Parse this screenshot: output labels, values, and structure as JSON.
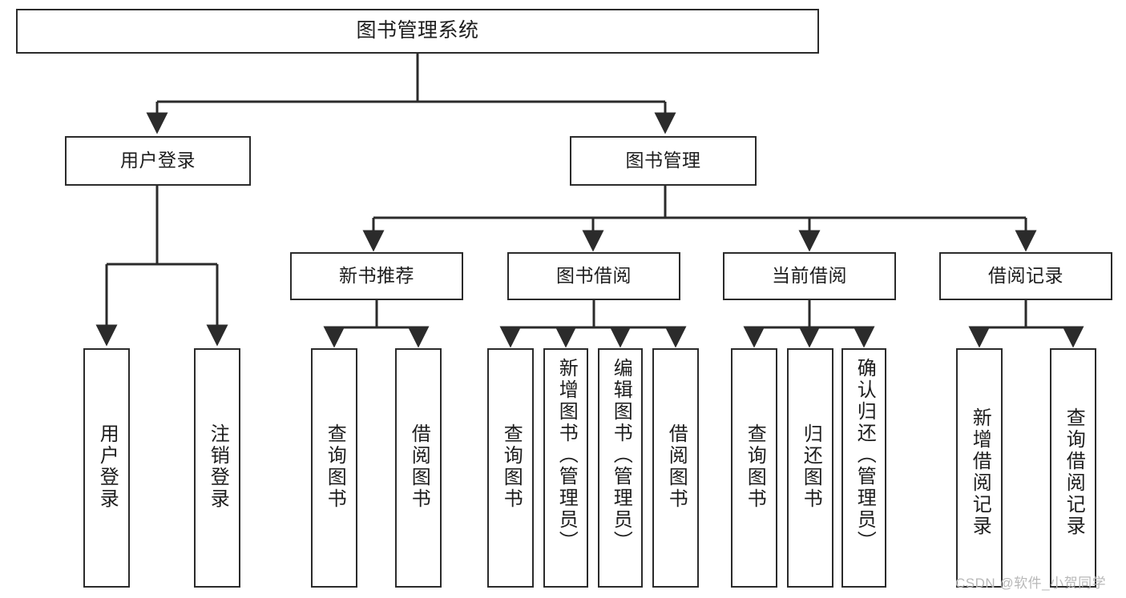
{
  "diagram": {
    "type": "tree",
    "title": "图书管理系统",
    "orientation": "top-down",
    "style": {
      "box_border_color": "#2b2b2b",
      "box_fill_color": "#ffffff",
      "connector_color": "#2b2b2b",
      "background": "#ffffff",
      "text_color": "#1d1d1d"
    },
    "root": {
      "label": "图书管理系统"
    },
    "level2": [
      {
        "label": "用户登录"
      },
      {
        "label": "图书管理"
      }
    ],
    "level3": [
      {
        "label": "新书推荐"
      },
      {
        "label": "图书借阅"
      },
      {
        "label": "当前借阅"
      },
      {
        "label": "借阅记录"
      }
    ],
    "leaves": {
      "user_login": [
        {
          "label": "用户登录"
        },
        {
          "label": "注销登录"
        }
      ],
      "new_book_recommend": [
        {
          "label": "查询图书"
        },
        {
          "label": "借阅图书"
        }
      ],
      "book_borrow": [
        {
          "label": "查询图书"
        },
        {
          "label": "新增图书（管理员）"
        },
        {
          "label": "编辑图书（管理员）"
        },
        {
          "label": "借阅图书"
        }
      ],
      "current_borrow": [
        {
          "label": "查询图书"
        },
        {
          "label": "归还图书"
        },
        {
          "label": "确认归还（管理员）"
        }
      ],
      "borrow_record": [
        {
          "label": "新增借阅记录"
        },
        {
          "label": "查询借阅记录"
        }
      ]
    }
  },
  "watermark": {
    "text": "CSDN @软件_小贺同学"
  }
}
